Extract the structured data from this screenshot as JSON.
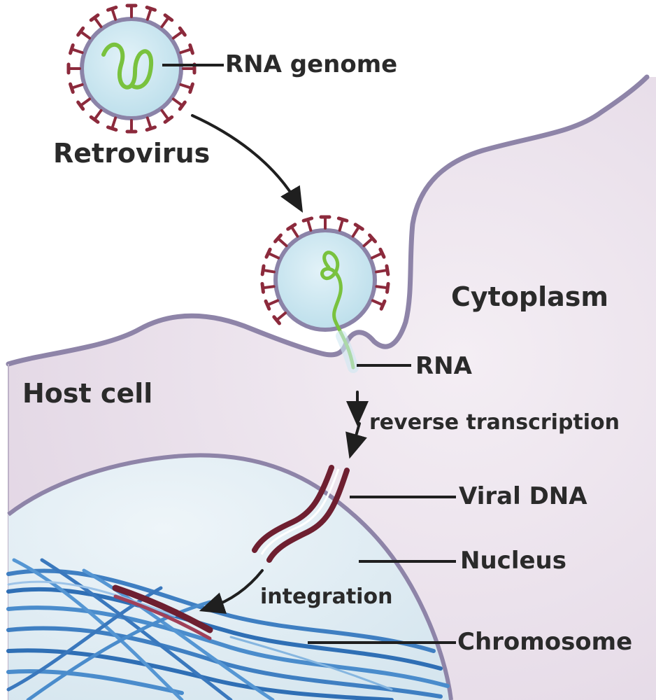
{
  "labels": {
    "retrovirus": "Retrovirus",
    "rna_genome": "RNA genome",
    "cytoplasm": "Cytoplasm",
    "host_cell": "Host cell",
    "rna": "RNA",
    "reverse_transcription": "reverse transcription",
    "viral_dna": "Viral DNA",
    "nucleus": "Nucleus",
    "integration": "integration",
    "chromosome": "Chromosome"
  },
  "colors": {
    "cytoplasm": "#e2d6e4",
    "membrane": "#8e84a8",
    "nucleus": "#d6e6ef",
    "virus_core": "#bfe0ec",
    "virus_envelope": "#8b83a8",
    "spike": "#8c2a3c",
    "rna_strand": "#79c23e",
    "viral_dna": "#6e1f30",
    "chromosome": "#3f7fc2",
    "text": "#2a2a2a"
  }
}
